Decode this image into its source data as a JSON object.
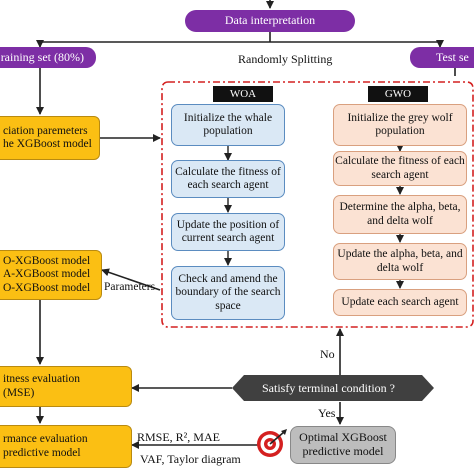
{
  "top": {
    "data_interpretation": "Data interpretation",
    "split_label": "Randomly Splitting"
  },
  "left": {
    "training_set": "raining set (80%)",
    "init_params_line1": "ciation paremeters",
    "init_params_line2": "he XGBoost model",
    "models_line1": "O-XGBoost model",
    "models_line2": "A-XGBoost model",
    "models_line3": "O-XGBoost model",
    "parameters_label": "Parameters",
    "fitness_line1": "itness evaluation",
    "fitness_line2": "(MSE)",
    "perf_line1": "rmance evaluation",
    "perf_line2": "predictive model"
  },
  "right": {
    "test_set": "Test se"
  },
  "woa": {
    "header": "WOA",
    "steps": [
      "Initialize the whale population",
      "Calculate the fitness of each search agent",
      "Update the position of current search agent",
      "Check and amend the boundary of the search space"
    ]
  },
  "gwo": {
    "header": "GWO",
    "steps": [
      "Initialize the grey wolf population",
      "Calculate the fitness of each search agent",
      "Determine the alpha, beta, and delta wolf",
      "Update the alpha, beta, and delta wolf",
      "Update each search agent"
    ]
  },
  "decision": {
    "label": "Satisfy terminal condition ?",
    "no": "No",
    "yes": "Yes"
  },
  "result": {
    "optimal_line1": "Optimal XGBoost",
    "optimal_line2": "predictive model",
    "metrics_line1": "RMSE, R², MAE",
    "metrics_line2": "VAF, Taylor diagram"
  },
  "colors": {
    "purple": "#7d2ea5",
    "gold": "#fbbf13",
    "woa_fill": "#dae8f5",
    "gwo_fill": "#fbe2d3",
    "dashed_red": "#d42020",
    "decision_fill": "#404040"
  }
}
